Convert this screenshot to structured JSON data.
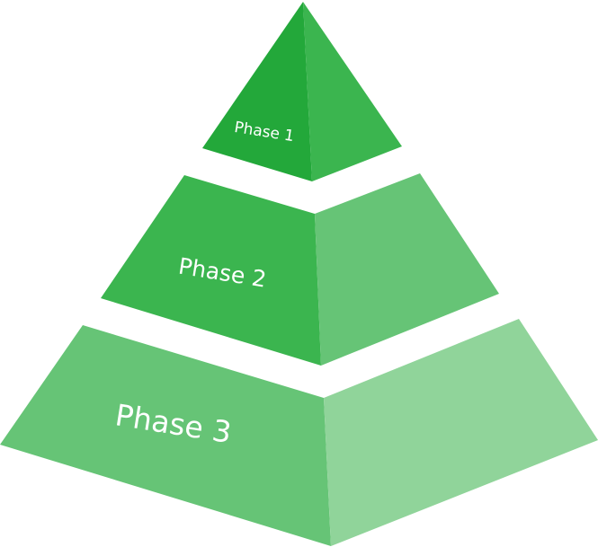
{
  "pyramid": {
    "tiers": [
      {
        "label": "Phase 1",
        "left_color": "#23a83a",
        "right_color": "#3bb54f"
      },
      {
        "label": "Phase 2",
        "left_color": "#3bb54f",
        "right_color": "#66c476"
      },
      {
        "label": "Phase 3",
        "left_color": "#66c476",
        "right_color": "#90d49a"
      }
    ]
  }
}
